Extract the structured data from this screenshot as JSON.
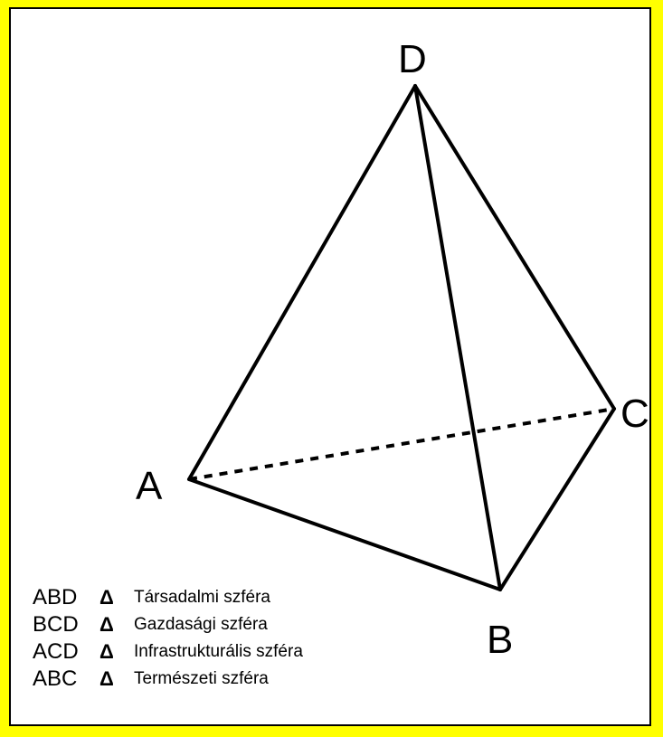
{
  "colors": {
    "frame": "#ffff00",
    "background": "#ffffff",
    "ink": "#000000"
  },
  "vertices": {
    "A": "A",
    "B": "B",
    "C": "C",
    "D": "D"
  },
  "legend": {
    "triangle_symbol": "Δ",
    "items": [
      {
        "code": "ABD",
        "label": "Társadalmi szféra"
      },
      {
        "code": "BCD",
        "label": "Gazdasági szféra"
      },
      {
        "code": "ACD",
        "label": "Infrastrukturális szféra"
      },
      {
        "code": "ABC",
        "label": "Természeti szféra"
      }
    ]
  }
}
